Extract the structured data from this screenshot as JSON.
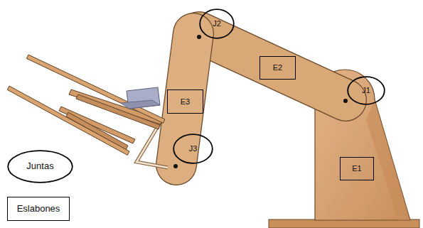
{
  "diagram": {
    "nodes": [
      {
        "text": [
          "J2"
        ]
      },
      {
        "text": [
          "E2"
        ]
      },
      {
        "text": [
          "J1"
        ]
      },
      {
        "text": [
          "E3"
        ]
      },
      {
        "text": [
          "J3"
        ]
      },
      {
        "text": [
          "Juntas"
        ]
      },
      {
        "text": [
          "E1"
        ]
      },
      {
        "text": [
          "Eslabones"
        ]
      }
    ]
  }
}
